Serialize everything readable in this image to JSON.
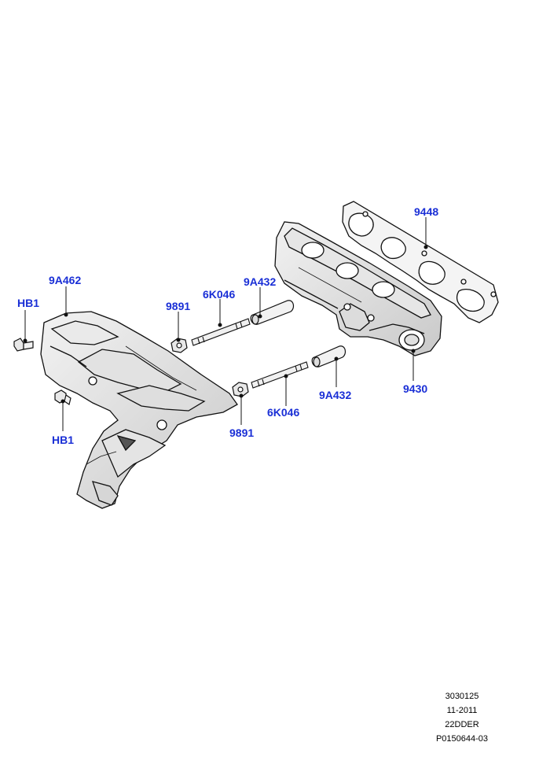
{
  "callouts": {
    "gasket": "9448",
    "stud_upper": "6K046",
    "spacer_upper": "9A432",
    "heat_shield": "9A462",
    "bolt_upper": "HB1",
    "nut_upper": "9891",
    "manifold": "9430",
    "spacer_lower": "9A432",
    "stud_lower": "6K046",
    "nut_lower": "9891",
    "bolt_lower": "HB1"
  },
  "footer": {
    "line1": "3030125",
    "line2": "11-2011",
    "line3": "22DDER",
    "line4": "P0150644-03"
  },
  "colors": {
    "callout": "#1a2fd6",
    "line_art": "#111111",
    "shade": "#d6d6d6"
  }
}
